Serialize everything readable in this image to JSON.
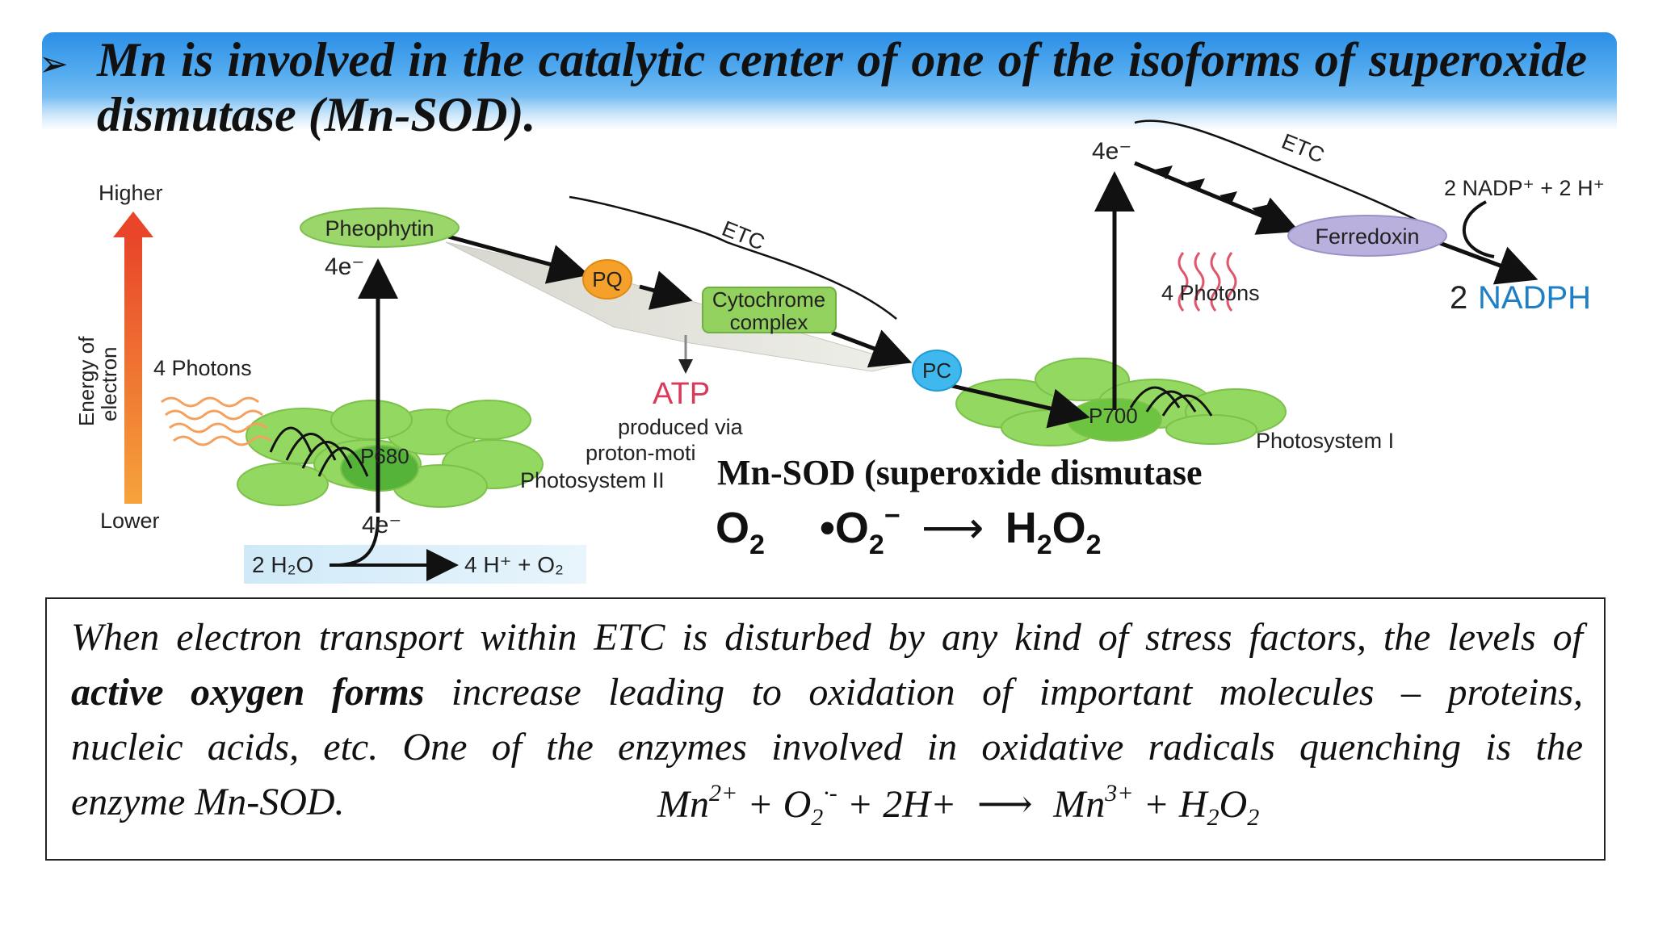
{
  "title": {
    "bullet": "➢",
    "line1": "Mn is involved in the catalytic center of one of the isoforms of superoxide",
    "line2": "dismutase (Mn-SOD)."
  },
  "diagram": {
    "higher": "Higher",
    "lower": "Lower",
    "energy_label_1": "Energy of",
    "energy_label_2": "electron",
    "photons_left": "4 Photons",
    "photons_right": "4 Photons",
    "pheophytin": "Pheophytin",
    "four_e_up": "4e⁻",
    "four_e_low": "4e⁻",
    "four_e_right": "4e⁻",
    "p680": "P680",
    "p700": "P700",
    "pq": "PQ",
    "pc": "PC",
    "cytochrome_1": "Cytochrome",
    "cytochrome_2": "complex",
    "etc_left": "ETC",
    "etc_right": "ETC",
    "atp": "ATP",
    "atp_note_1": "produced via",
    "atp_note_2": "proton-moti",
    "photosystem_2": "Photosystem II",
    "photosystem_1": "Photosystem I",
    "ferredoxin": "Ferredoxin",
    "water": "2 H₂O",
    "water_products": "4 H⁺ +  O₂",
    "nadp": "2 NADP⁺  +  2 H⁺",
    "nadph_num": "2",
    "nadph": "NADPH",
    "colors": {
      "arrow_gradient_top": "#c0392b",
      "arrow_gradient_bottom": "#f5a623",
      "membrane_green": "#8fd45a",
      "pheophytin_green": "#9bd66b",
      "pq_orange": "#f5a02a",
      "pc_blue": "#3fb8ee",
      "ferredoxin_purple": "#b9b0de",
      "atp_red": "#d93a5a",
      "nadph_blue": "#1f7fc4"
    }
  },
  "sod": {
    "title": "Mn-SOD (superoxide dismutase",
    "o2": "O",
    "o2_sub": "2",
    "radical": "•O",
    "radical_sub": "2",
    "radical_sup": "−",
    "arrow": "⟶",
    "product": "H",
    "product_sub1": "2",
    "product_mid": "O",
    "product_sub2": "2"
  },
  "paragraph": {
    "line1": "When electron transport within ETC is disturbed by any kind of stress factors, the levels of",
    "line2_bold": "active oxygen forms",
    "line2_rest": " increase leading to oxidation of important molecules – proteins,",
    "line3": "nucleic acids, etc. One of the enzymes involved in oxidative radicals quenching is the",
    "line4": "enzyme Mn-SOD.",
    "eq_mn": "Mn",
    "eq_mn_sup": "2+",
    "eq_plus_o": " + O",
    "eq_o_sub": "2",
    "eq_o_sup": "·-",
    "eq_rest": " + 2H+",
    "eq_arrow": "⟶",
    "eq_mn3": "Mn",
    "eq_mn3_sup": "3+",
    "eq_plus_h": " + H",
    "eq_h_sub": "2",
    "eq_o": "O",
    "eq_o2_sub": "2"
  }
}
